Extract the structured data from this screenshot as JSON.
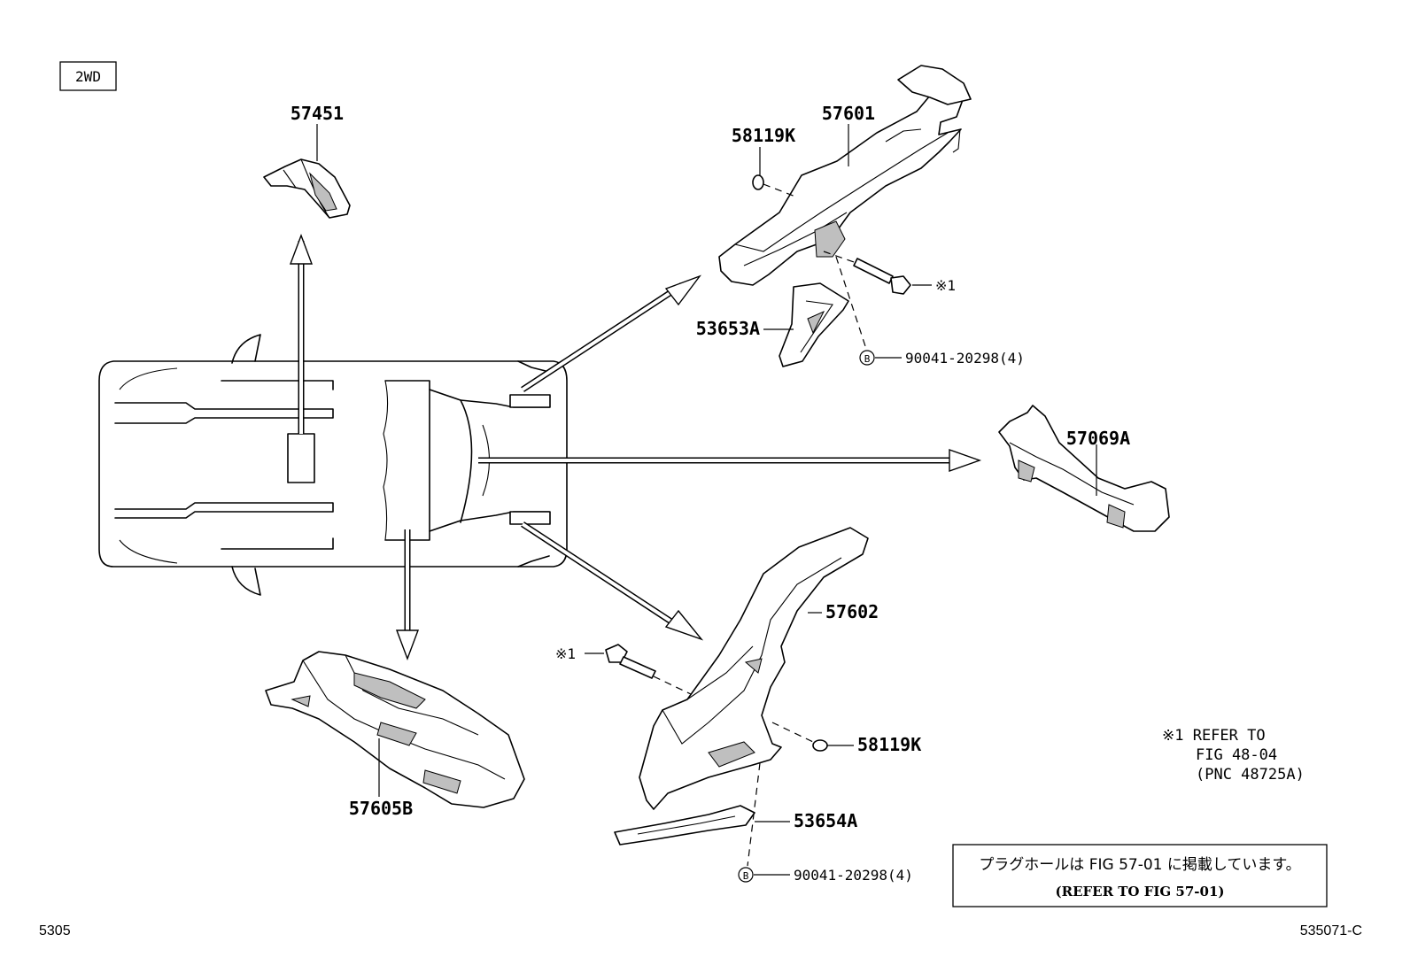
{
  "badge": "2WD",
  "parts": {
    "p57451": "57451",
    "p57601": "57601",
    "p58119K_top": "58119K",
    "p53653A": "53653A",
    "bolt_top": "※1",
    "clip_top_mark": "Ⓑ",
    "clip_top_part": "90041-20298(4)",
    "p57069A": "57069A",
    "p57602": "57602",
    "bolt_bottom": "※1",
    "p58119K_bottom": "58119K",
    "p53654A": "53654A",
    "clip_bottom_mark": "Ⓑ",
    "clip_bottom_part": "90041-20298(4)",
    "p57605B": "57605B"
  },
  "note": {
    "line1": "※1 REFER TO",
    "line2": "FIG 48-04",
    "line3": "(PNC 48725A)"
  },
  "refer_box": {
    "japanese": "プラグホールは FIG 57-01 に掲載しています。",
    "english": "(REFER TO FIG 57-01)"
  },
  "footer": {
    "left_code": "5305",
    "right_code": "535071-C"
  }
}
